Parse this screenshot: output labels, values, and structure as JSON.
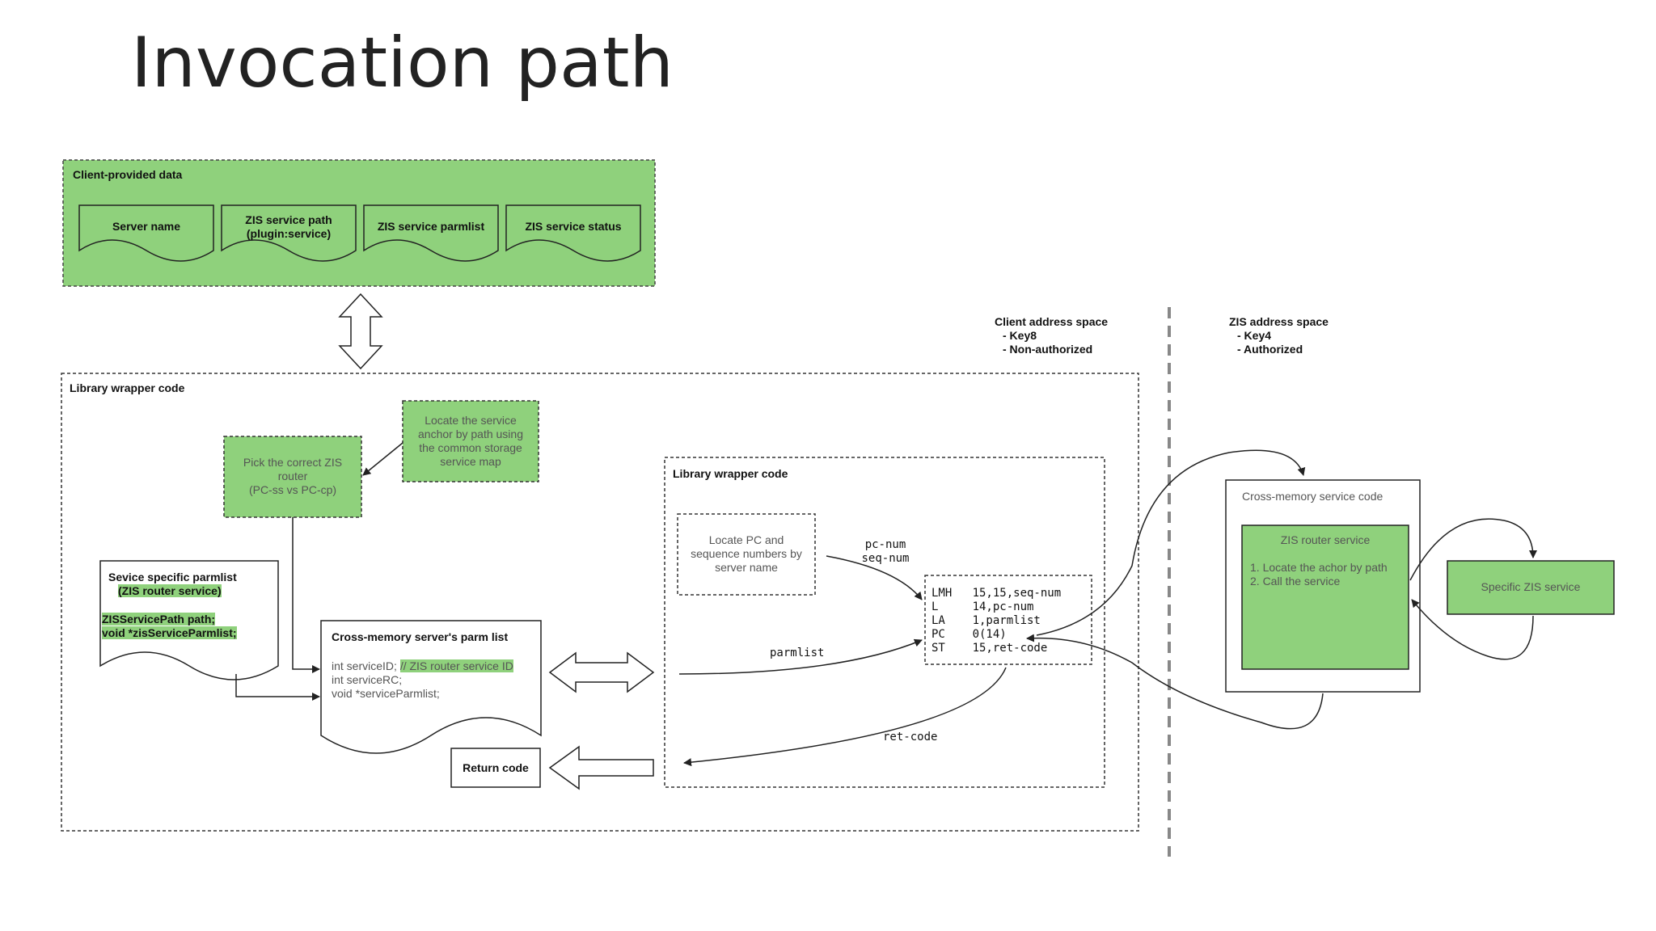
{
  "title": "Invocation path",
  "client_data": {
    "label": "Client-provided data",
    "items": [
      "Server name",
      "ZIS service path\n(plugin:service)",
      "ZIS service parmlist",
      "ZIS service status"
    ]
  },
  "client_space": {
    "title": "Client address space",
    "lines": [
      "- Key8",
      "- Non-authorized"
    ]
  },
  "zis_space": {
    "title": "ZIS address space",
    "lines": [
      "- Key4",
      "- Authorized"
    ]
  },
  "wrapper_outer": {
    "label": "Library wrapper code",
    "locate_anchor": "Locate the service\nanchor by path using\nthe common storage\nservice map",
    "pick_router": "Pick the correct ZIS\nrouter\n(PC-ss vs PC-cp)",
    "parmlist": {
      "title_line1": "Sevice specific parmlist",
      "title_line2": "(ZIS router service)",
      "line1": "ZISServicePath path;",
      "line2": "void *zisServiceParmlist;"
    },
    "cms_parm": {
      "title": "Cross-memory server's parm list",
      "line1_prefix": "int serviceID; ",
      "line1_comment": "// ZIS router service ID",
      "line2": "int serviceRC;",
      "line3": "void *serviceParmlist;"
    },
    "return_code": "Return code"
  },
  "wrapper_inner": {
    "label": "Library wrapper code",
    "locate_pc": "Locate PC and\nsequence numbers by\nserver name",
    "edge_pcnum": "pc-num\nseq-num",
    "edge_parmlist": "parmlist",
    "edge_retcode": "ret-code",
    "asm": [
      "LMH   15,15,seq-num",
      "L     14,pc-num",
      "LA    1,parmlist",
      "PC    0(14)",
      "ST    15,ret-code"
    ]
  },
  "cms_code": {
    "label": "Cross-memory service code",
    "router_title": "ZIS router service",
    "router_steps": [
      "1. Locate the achor by path",
      "2. Call the service"
    ]
  },
  "specific_service": "Specific ZIS service",
  "colors": {
    "green": "#8fd17c",
    "green_border": "#3a3a3a",
    "line": "#222222"
  }
}
